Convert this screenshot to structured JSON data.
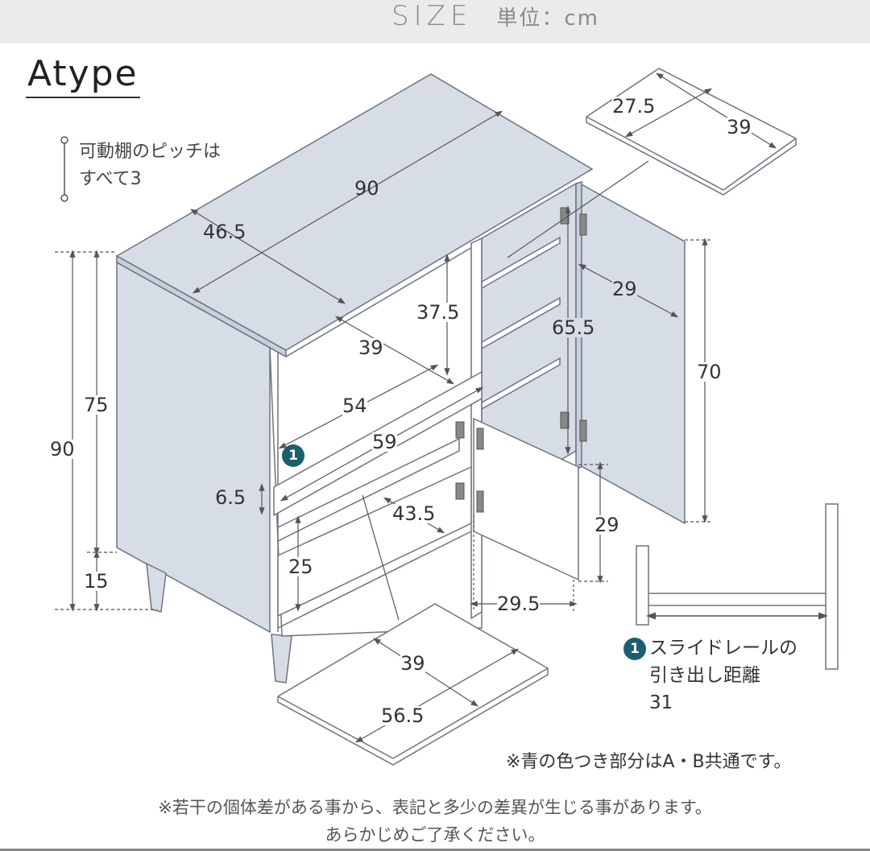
{
  "header": {
    "title": "SIZE",
    "unit_label": "単位：cm"
  },
  "type_title": "Atype",
  "pitch_note": {
    "line1": "可動棚のピッチは",
    "line2": "すべて3"
  },
  "colors": {
    "cabinet_fill": "#d7dde7",
    "cabinet_stroke": "#6c7380",
    "marker": "#1b5f6f",
    "header_band": "#ebebeb",
    "text": "#333333"
  },
  "dimensions": {
    "top_width": "90",
    "top_depth": "46.5",
    "total_height": "90",
    "body_height": "75",
    "leg_height": "15",
    "upper_open_height": "37.5",
    "upper_open_depth": "39",
    "drawer_inner_width": "54",
    "drawer_outer_width": "59",
    "drawer_front_height": "6.5",
    "drawer_depth": "43.5",
    "lower_open_height": "25",
    "shelf_board_depth": "27.5",
    "shelf_board_width": "39",
    "door_depth": "29",
    "door_inner_height": "65.5",
    "door_height": "70",
    "small_door_height": "29",
    "small_door_width": "29.5",
    "bottom_board_depth": "39",
    "bottom_board_width": "56.5"
  },
  "marker": {
    "number": "1"
  },
  "rail_note": {
    "line1": "スライドレールの",
    "line2": "引き出し距離",
    "line3": "31"
  },
  "common_note": "※青の色つき部分はA・B共通です。",
  "footer": {
    "line1": "※若干の個体差がある事から、表記と多少の差異が生じる事があります。",
    "line2": "あらかじめご了承ください。"
  }
}
